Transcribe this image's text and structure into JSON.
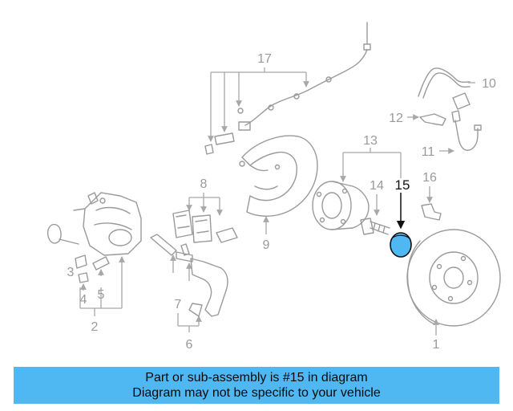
{
  "callouts": {
    "c1": "1",
    "c2": "2",
    "c3": "3",
    "c4": "4",
    "c5": "5",
    "c6": "6",
    "c7": "7",
    "c8": "8",
    "c9": "9",
    "c10": "10",
    "c11": "11",
    "c12": "12",
    "c13": "13",
    "c14": "14",
    "c15": "15",
    "c16": "16",
    "c17": "17"
  },
  "highlight": {
    "part_number": "15",
    "color": "#4fb8f2"
  },
  "banner": {
    "line1": "Part or sub-assembly is #15 in diagram",
    "line2": "Diagram may not be specific to your vehicle",
    "background": "#4fb8f2"
  }
}
